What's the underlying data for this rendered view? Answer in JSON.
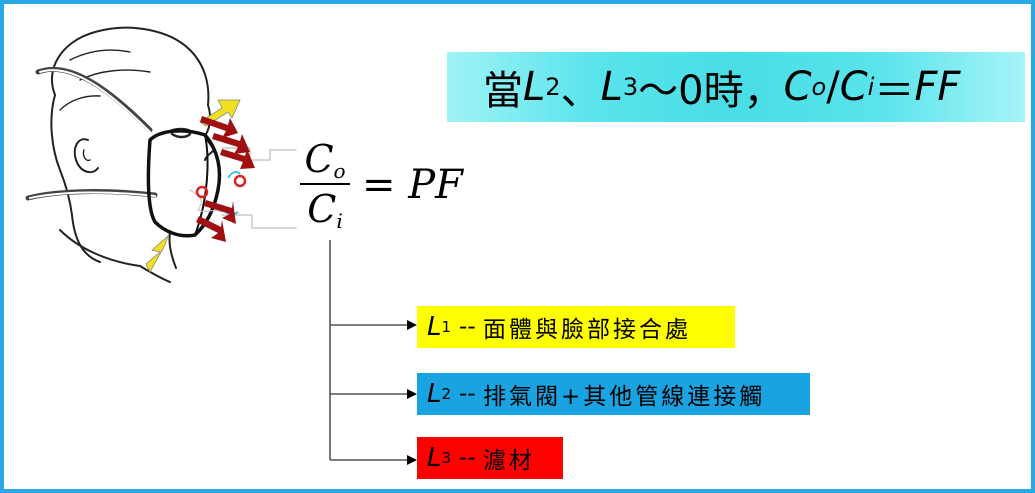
{
  "banner": {
    "prefix": "當",
    "l2": "L",
    "l2_sub": "2",
    "sep": "、",
    "l3": "L",
    "l3_sub": "3",
    "approx": "～0時，",
    "co": "C",
    "co_sub": "o",
    "slash": "/",
    "ci": "C",
    "ci_sub": "i",
    "equals": "＝",
    "ff": "FF"
  },
  "formula": {
    "numerator": "C",
    "numerator_sub": "o",
    "denominator": "C",
    "denominator_sub": "i",
    "equals": "=",
    "rhs": "PF"
  },
  "leaks": [
    {
      "symbol": "L",
      "sub": "1",
      "dashes": "--",
      "text": "面體與臉部接合處",
      "color": "#ffff00"
    },
    {
      "symbol": "L",
      "sub": "2",
      "dashes": "--",
      "text": "排氣閥+其他管線連接觸",
      "color": "#19a3e0"
    },
    {
      "symbol": "L",
      "sub": "3",
      "dashes": "--",
      "text": "濾材",
      "color": "#ff0000"
    }
  ],
  "colors": {
    "border": "#2aa8e6",
    "arrow_leak": "#a01010",
    "arrow_gap": "#f0e020"
  }
}
